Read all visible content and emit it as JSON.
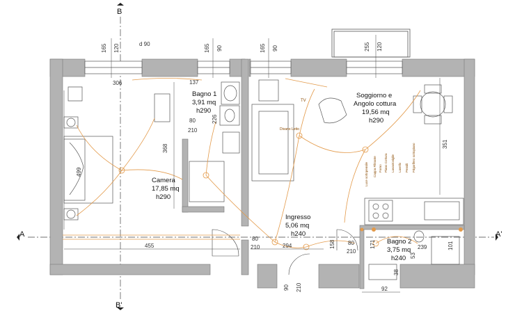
{
  "rooms": {
    "bagno1": {
      "name": "Bagno 1",
      "area": "3,91 mq",
      "height": "h290"
    },
    "camera": {
      "name": "Camera",
      "area": "17,85 mq",
      "height": "h290"
    },
    "soggiorno": {
      "name_line1": "Soggiorno e",
      "name_line2": "Angolo cottura",
      "area": "19,56 mq",
      "height": "h290"
    },
    "ingresso": {
      "name": "Ingresso",
      "area": "5,06 mq",
      "height": "h240"
    },
    "bagno2": {
      "name": "Bagno 2",
      "area": "3,75 mq",
      "height": "h240"
    }
  },
  "section_axes": {
    "b_top": "B",
    "b_bottom": "B'",
    "a_left": "A",
    "a_right": "A'"
  },
  "dimensions": {
    "d90": "d 90",
    "w1_165": "165",
    "w1_120": "120",
    "w2_165": "165",
    "w2_90": "90",
    "w3_165": "165",
    "w3_90": "90",
    "w4_255": "255",
    "w4_120": "120",
    "d306": "306",
    "d137": "137",
    "d226": "226",
    "d80a": "80",
    "d210a": "210",
    "d368": "368",
    "d499": "499",
    "d351": "351",
    "d455": "455",
    "d294": "294",
    "d80b": "80",
    "d210b": "210",
    "d80c": "80",
    "d210c": "210",
    "d158": "158",
    "d171": "171",
    "d239": "239",
    "d53": "53",
    "d101": "101",
    "d90b": "90",
    "d210d": "210",
    "d38": "38",
    "d92": "92"
  },
  "labels": {
    "tv": "TV",
    "divano": "Divano Letto",
    "kitchen": [
      "Luce sottopensile",
      "Cappa Filtrante",
      "Forno",
      "Piano Cottura",
      "Lavastoviglie",
      "Lavello",
      "Pensili",
      "Frigorifero sottopiano"
    ]
  },
  "colors": {
    "wall": "#b3b3b3",
    "electrical": "#e39a4a",
    "line": "#333333"
  }
}
